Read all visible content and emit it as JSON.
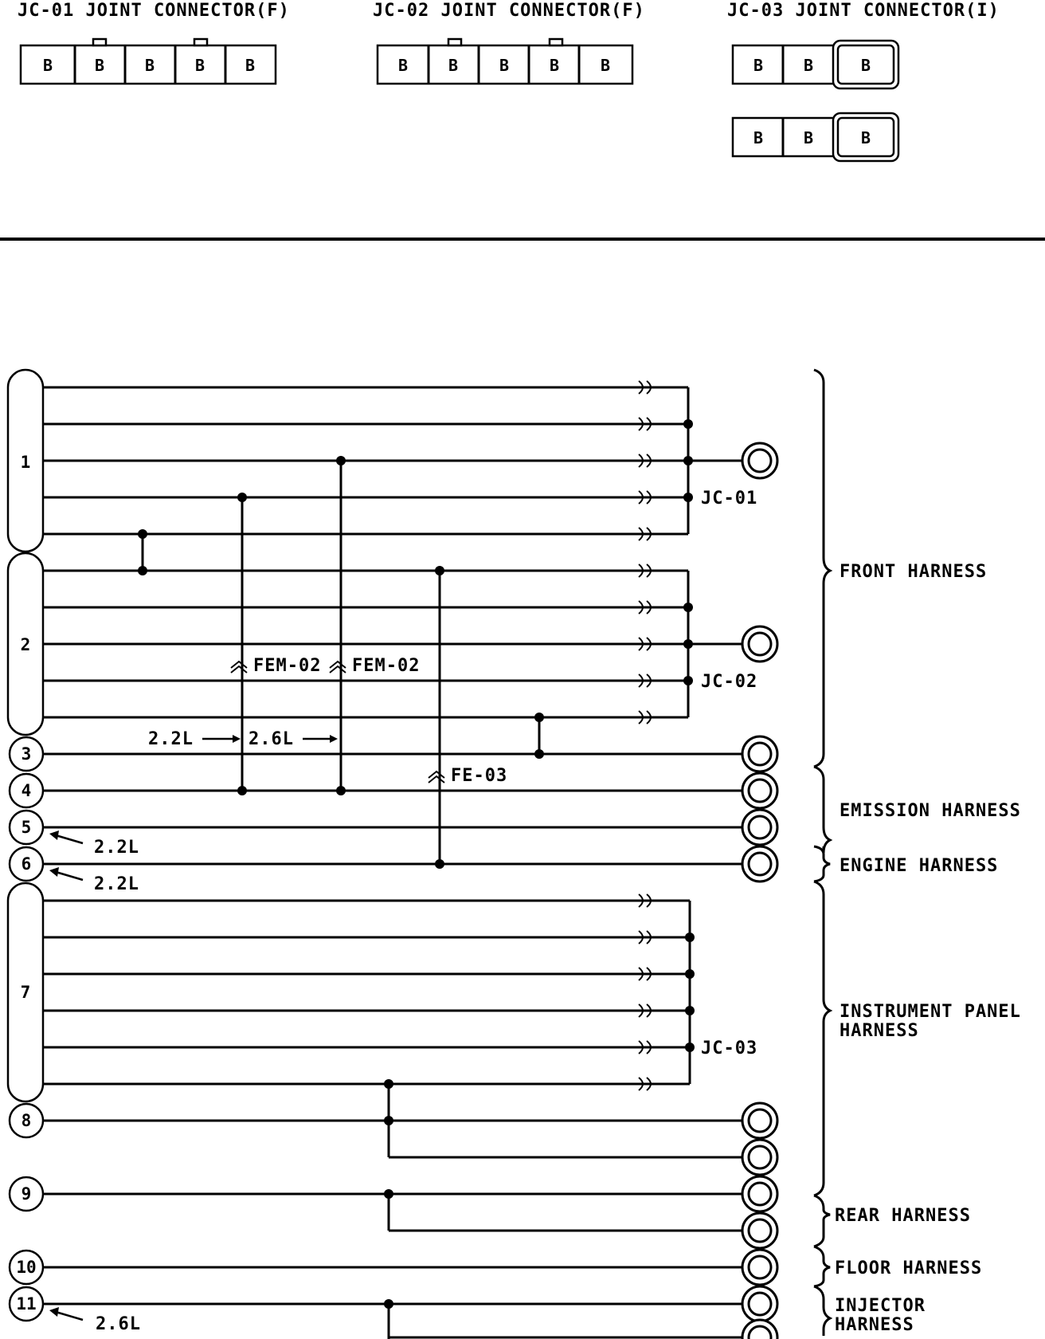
{
  "connectors": [
    {
      "title": "JC-01 JOINT CONNECTOR(F)",
      "pins": [
        "B",
        "B",
        "B",
        "B",
        "B"
      ]
    },
    {
      "title": "JC-02 JOINT CONNECTOR(F)",
      "pins": [
        "B",
        "B",
        "B",
        "B",
        "B"
      ]
    },
    {
      "title": "JC-03 JOINT CONNECTOR(I)",
      "rows": [
        [
          "B",
          "B",
          "B"
        ],
        [
          "B",
          "B",
          "B"
        ]
      ]
    }
  ],
  "nodes": [
    "1",
    "2",
    "3",
    "4",
    "5",
    "6",
    "7",
    "8",
    "9",
    "10",
    "11"
  ],
  "joints": {
    "jc01": "JC-01",
    "jc02": "JC-02",
    "jc03": "JC-03"
  },
  "connector_tags": {
    "fem02_a": "FEM-02",
    "fem02_b": "FEM-02",
    "fe03": "FE-03"
  },
  "engine_notes": {
    "n22": "2.2L",
    "n26": "2.6L",
    "n5": "2.2L",
    "n6": "2.2L",
    "n11": "2.6L"
  },
  "harnesses": {
    "front": "FRONT HARNESS",
    "emission": "EMISSION HARNESS",
    "engine": "ENGINE HARNESS",
    "instrument_1": "INSTRUMENT PANEL",
    "instrument_2": "HARNESS",
    "rear": "REAR HARNESS",
    "floor": "FLOOR HARNESS",
    "injector_1": "INJECTOR",
    "injector_2": "HARNESS"
  }
}
